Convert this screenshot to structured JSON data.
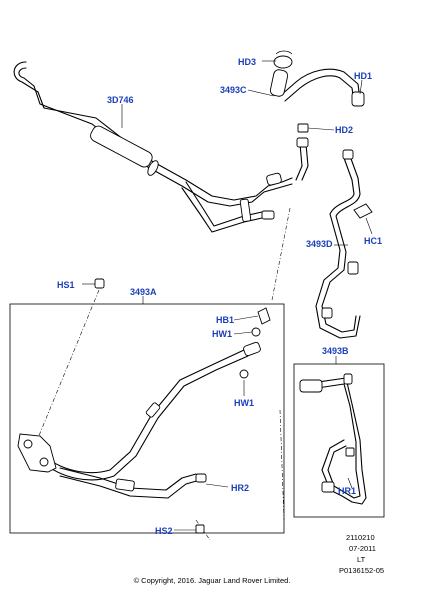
{
  "callouts": {
    "hd3": "HD3",
    "hd1": "HD1",
    "c3493c": "3493C",
    "c3d746": "3D746",
    "hd2": "HD2",
    "c3493d": "3493D",
    "hc1": "HC1",
    "hs1": "HS1",
    "c3493a": "3493A",
    "hb1": "HB1",
    "hw1a": "HW1",
    "hw1b": "HW1",
    "c3493b": "3493B",
    "hr2": "HR2",
    "hr1": "HR1",
    "hs2": "HS2"
  },
  "meta": {
    "code": "2110210",
    "date": "07-2011",
    "lt": "LT",
    "ref": "P0136152-05"
  },
  "copyright": "© Copyright, 2016. Jaguar Land Rover Limited."
}
